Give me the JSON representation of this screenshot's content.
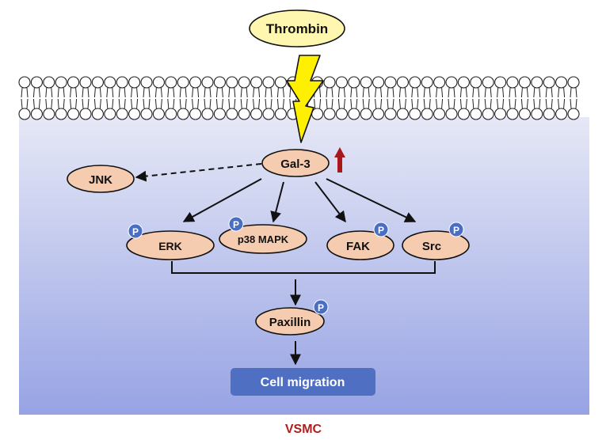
{
  "stimulus": {
    "label": "Thrombin"
  },
  "cell": {
    "label": "VSMC"
  },
  "nodes": {
    "gal3": "Gal-3",
    "jnk": "JNK",
    "erk": "ERK",
    "p38": "p38 MAPK",
    "fak": "FAK",
    "src": "Src",
    "paxillin": "Paxillin"
  },
  "phospho_label": "P",
  "outcome": {
    "label": "Cell migration"
  },
  "colors": {
    "node_fill": "#f5ccb0",
    "stimulus_fill": "#fff7b0",
    "phospho_fill": "#4a6ec4",
    "outcome_fill": "#4f6fc3",
    "cell_top": "#e6e8f6",
    "cell_bottom": "#97a3e4",
    "upregulation_arrow": "#a8171b",
    "cell_label": "#b01e1e",
    "bolt": "#ffef00"
  }
}
